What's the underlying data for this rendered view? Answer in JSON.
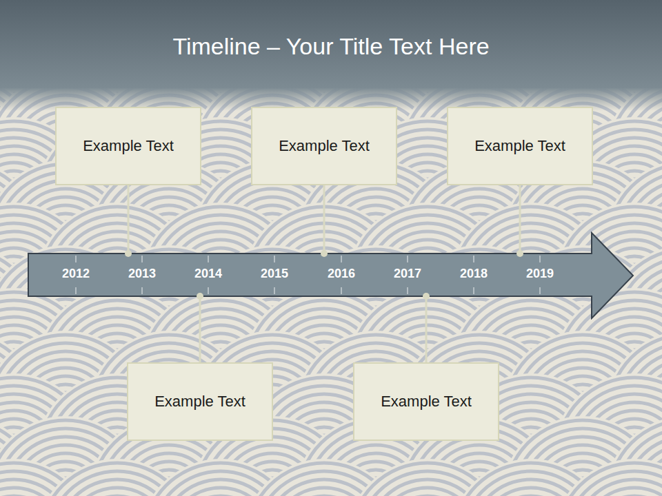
{
  "diagram": {
    "title": "Timeline – Your Title Text Here",
    "nodes": [
      {
        "text": [
          "Example Text"
        ]
      },
      {
        "text": [
          "Example Text"
        ]
      },
      {
        "text": [
          "Example Text"
        ]
      },
      {
        "text": [
          "2012",
          "2013",
          "2014",
          "2015",
          "2016",
          "2017",
          "2018",
          "2019"
        ]
      },
      {
        "text": [
          "Example Text"
        ]
      },
      {
        "text": [
          "Example Text"
        ]
      }
    ],
    "edges": [
      {
        "from": 0,
        "to": 3,
        "arrow": "none"
      },
      {
        "from": 1,
        "to": 3,
        "arrow": "none"
      },
      {
        "from": 2,
        "to": 3,
        "arrow": "none"
      },
      {
        "from": 4,
        "to": 3,
        "arrow": "none"
      },
      {
        "from": 5,
        "to": 3,
        "arrow": "none"
      }
    ]
  }
}
